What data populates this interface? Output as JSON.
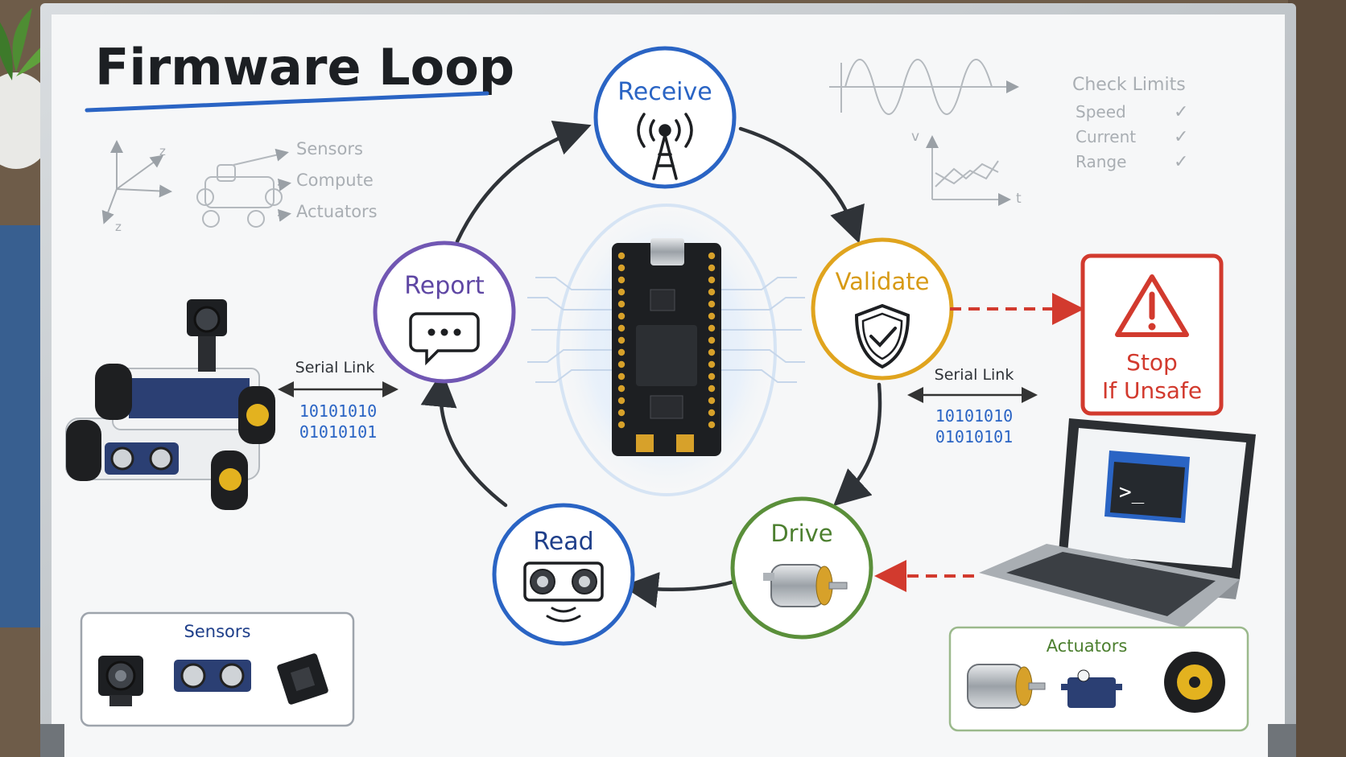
{
  "title": "Firmware Loop",
  "sketch_left": {
    "labels": [
      "Sensors",
      "Compute",
      "Actuators"
    ],
    "axes": [
      "z",
      "z"
    ]
  },
  "sketch_right": {
    "chart_axes": [
      "v",
      "t"
    ],
    "check_title": "Check Limits",
    "checks": [
      "Speed",
      "Current",
      "Range"
    ],
    "check_mark": "✓"
  },
  "loop": {
    "receive": "Receive",
    "validate": "Validate",
    "drive": "Drive",
    "read": "Read",
    "report": "Report"
  },
  "stop": {
    "line1": "Stop",
    "line2": "If Unsafe"
  },
  "serial_left": {
    "label": "Serial Link",
    "bits1": "10101010",
    "bits2": "01010101"
  },
  "serial_right": {
    "label": "Serial Link",
    "bits1": "10101010",
    "bits2": "01010101"
  },
  "sensors_box": {
    "title": "Sensors"
  },
  "actuators_box": {
    "title": "Actuators"
  },
  "colors": {
    "receive": "#2a64c4",
    "validate": "#e0a41e",
    "drive": "#5a8f3a",
    "read": "#2a64c4",
    "report": "#7157b3",
    "danger": "#d23a2e",
    "title_underline": "#2a64c4"
  }
}
